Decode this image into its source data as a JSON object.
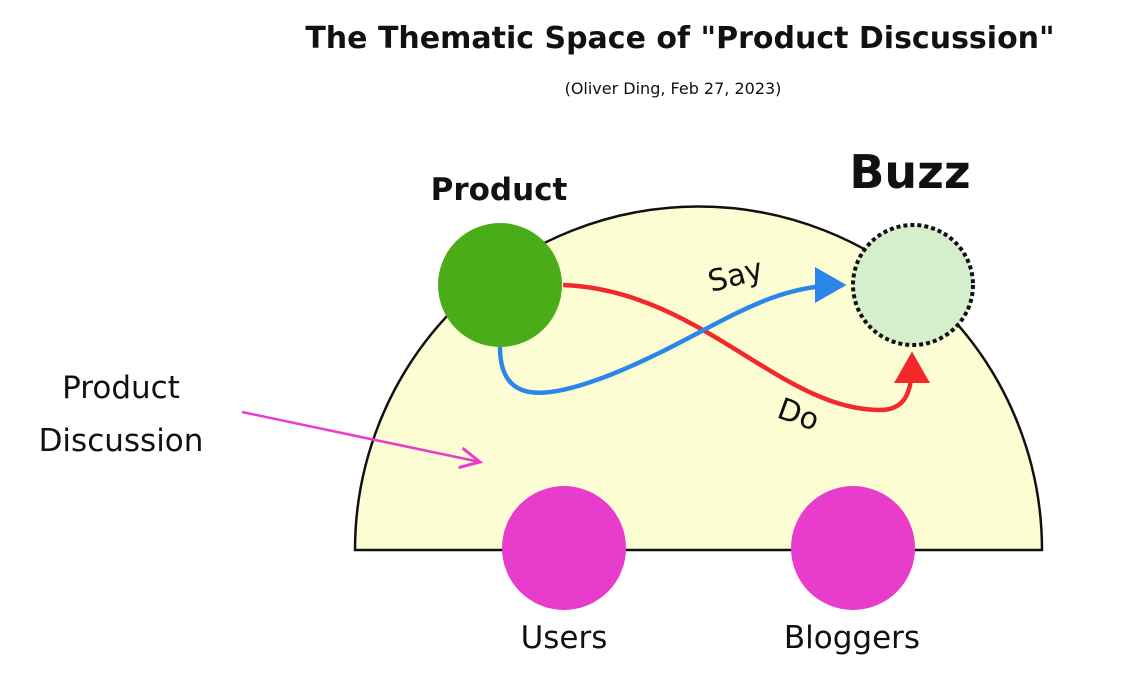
{
  "title": "The Thematic Space of \"Product Discussion\"",
  "subtitle": "(Oliver Ding, Feb 27, 2023)",
  "nodes": {
    "product": "Product",
    "buzz": "Buzz",
    "users": "Users",
    "bloggers": "Bloggers"
  },
  "edges": {
    "say": "Say",
    "do": "Do"
  },
  "region_label": {
    "line1": "Product",
    "line2": "Discussion"
  },
  "colors": {
    "region_fill": "#fdfdd3",
    "product": "#4aac18",
    "buzz": "#d5eecb",
    "people": "#e83ccc",
    "say_arrow": "#2a86e8",
    "do_arrow": "#f2282a",
    "pointer_arrow": "#e83ccc"
  }
}
